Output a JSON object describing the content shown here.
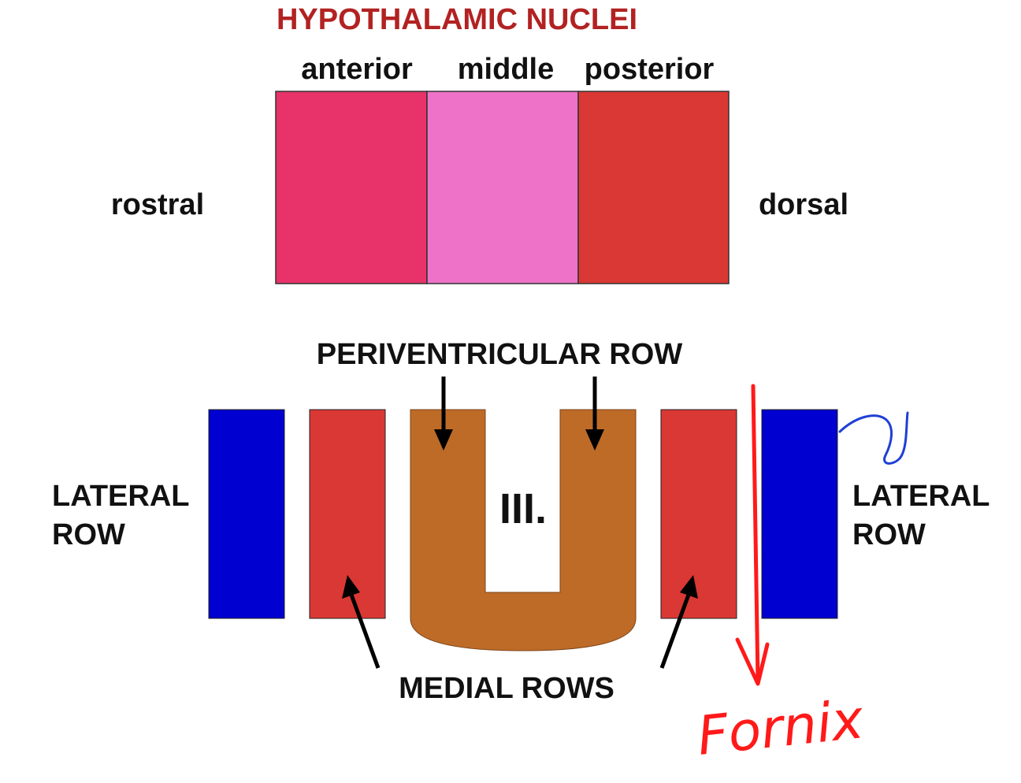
{
  "title": "HYPOTHALAMIC NUCLEI",
  "top_section": {
    "column_labels": [
      "anterior",
      "middle",
      "posterior"
    ],
    "left_label": "rostral",
    "right_label": "dorsal"
  },
  "bottom_section": {
    "periventricular_label": "PERIVENTRICULAR ROW",
    "ventricle_label": "III.",
    "lateral_left": [
      "LATERAL",
      "ROW"
    ],
    "lateral_right": [
      "LATERAL",
      "ROW"
    ],
    "medial_label": "MEDIAL ROWS"
  },
  "annotation": {
    "handwritten_label": "Fornix"
  },
  "colors": {
    "title": "#B22222",
    "anterior": "#E8336A",
    "middle": "#EE73C8",
    "posterior": "#DA3834",
    "lateral": "#0000D0",
    "medial": "#DA3834",
    "periventricular": "#BE6B28",
    "annotation_red": "#FF1A1A",
    "annotation_blue": "#1F3FD6"
  }
}
